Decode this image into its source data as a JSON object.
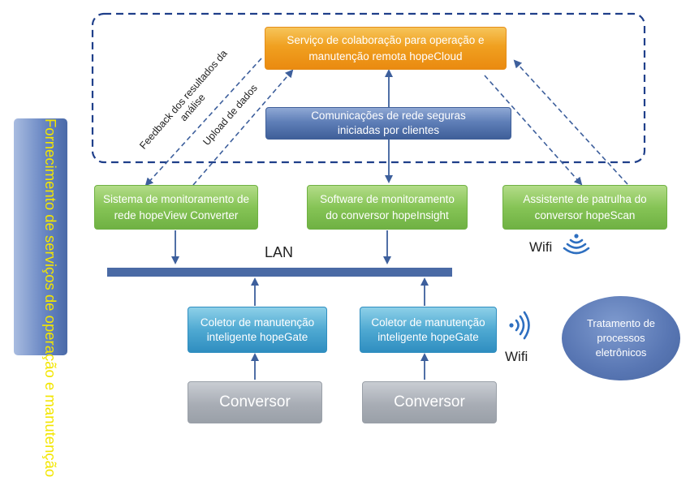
{
  "side_label": "Fornecimento de serviços de operação e manutenção",
  "hopecloud": "Serviço de colaboração para operação e manutenção remota hopeCloud",
  "secure_comms": "Comunicações de rede seguras iniciadas por clientes",
  "hopeview": "Sistema de monitoramento de rede hopeView Converter",
  "hopeinsight": "Software de monitoramento do conversor hopeInsight",
  "hopescan": "Assistente de patrulha do conversor hopeScan",
  "feedback_label": "Feedback dos resultados da análise",
  "upload_label": "Upload de dados",
  "lan_label": "LAN",
  "wifi_label_1": "Wifi",
  "wifi_label_2": "Wifi",
  "hopegate_1": "Coletor de manutenção inteligente hopeGate",
  "hopegate_2": "Coletor de manutenção inteligente hopeGate",
  "converter_1": "Conversor",
  "converter_2": "Conversor",
  "ellipse_label": "Tratamento de processos eletrônicos",
  "colors": {
    "dashed_border": "#1f3f8a",
    "arrow": "#3d5f9c",
    "lan_bar": "#4a6aa5",
    "side_text": "#f3e600",
    "wifi_icon": "#2e6fc0"
  }
}
